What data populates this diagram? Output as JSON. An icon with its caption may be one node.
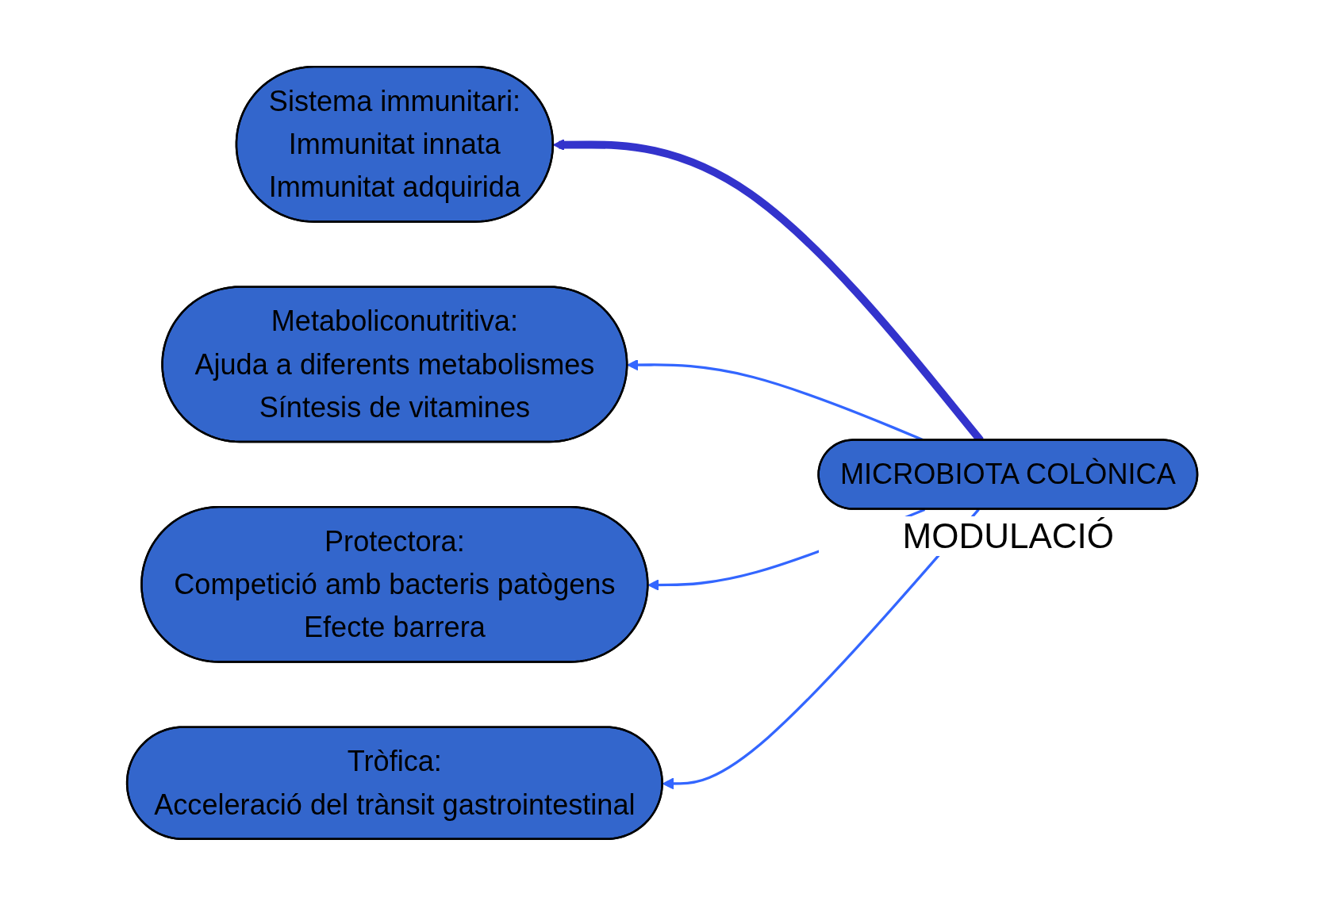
{
  "diagram": {
    "nodes": [
      {
        "text": [
          "Metaboliconutritiva:",
          "Ajuda a diferents metabolismes",
          "Síntesis de vitamines"
        ]
      },
      {
        "text": [
          "Sistema immunitari:",
          "Immunitat innata",
          "Immunitat adquirida"
        ]
      },
      {
        "text": [
          "Protectora:",
          "Competició amb bacteris patògens",
          "Efecte barrera"
        ]
      },
      {
        "text": [
          "MICROBIOTA COLÒNICA"
        ],
        "beside": [
          "MODULACIÓ"
        ]
      },
      {
        "text": [
          "Tròfica:",
          "Acceleració del trànsit gastrointestinal"
        ]
      }
    ],
    "edges": [
      {
        "from": 3,
        "to": 1,
        "arrow": "to",
        "style": "thick",
        "color": "#3333cc"
      },
      {
        "from": 3,
        "to": 0,
        "arrow": "to"
      },
      {
        "from": 3,
        "to": 2,
        "arrow": "to"
      },
      {
        "from": 3,
        "to": 4,
        "arrow": "to"
      }
    ]
  }
}
